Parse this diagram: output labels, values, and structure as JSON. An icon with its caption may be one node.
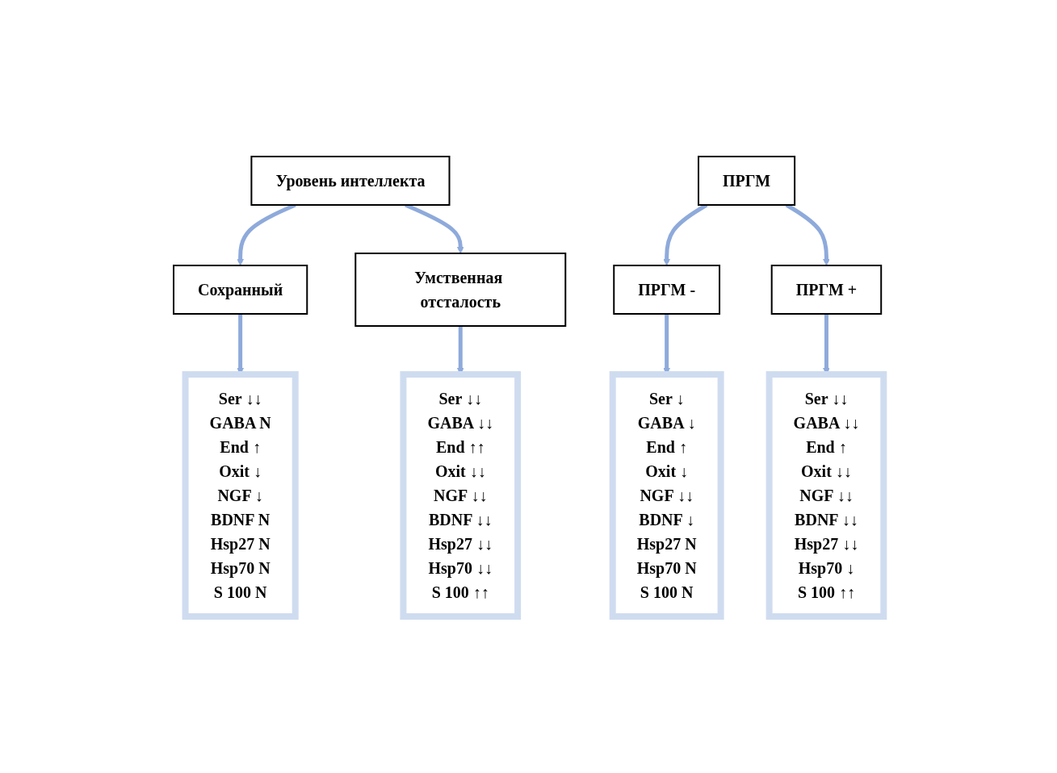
{
  "diagram": {
    "nodes": [
      {
        "text": [
          "Уровень интеллекта"
        ]
      },
      {
        "text": [
          "Сохранный"
        ]
      },
      {
        "text": [
          "Умственная отсталость"
        ]
      },
      {
        "text": [
          "ПРГМ"
        ]
      },
      {
        "text": [
          "ПРГМ -"
        ]
      },
      {
        "text": [
          "ПРГМ +"
        ]
      },
      {
        "text": [
          "Ser ↓↓",
          "GABA N",
          "End ↑",
          "Oxit ↓",
          "NGF ↓",
          "BDNF N",
          "Hsp27 N",
          "Hsp70 N",
          "S 100 N"
        ]
      },
      {
        "text": [
          "Ser ↓↓",
          "GABA ↓↓",
          "End ↑↑",
          "Oxit ↓↓",
          "NGF ↓↓",
          "BDNF ↓↓",
          "Hsp27 ↓↓",
          "Hsp70 ↓↓",
          "S 100 ↑↑"
        ]
      },
      {
        "text": [
          "Ser ↓",
          "GABA ↓",
          "End ↑",
          "Oxit ↓",
          "NGF ↓↓",
          "BDNF ↓",
          "Hsp27 N",
          "Hsp70 N",
          "S 100 N"
        ]
      },
      {
        "text": [
          "Ser ↓↓",
          "GABA ↓↓",
          "End ↑",
          "Oxit ↓↓",
          "NGF ↓↓",
          "BDNF ↓↓",
          "Hsp27 ↓↓",
          "Hsp70 ↓",
          "S 100 ↑↑"
        ]
      }
    ],
    "edges": [
      {
        "from": 0,
        "to": 1,
        "arrow": "to"
      },
      {
        "from": 0,
        "to": 2,
        "arrow": "to"
      },
      {
        "from": 3,
        "to": 4,
        "arrow": "to"
      },
      {
        "from": 3,
        "to": 5,
        "arrow": "to"
      },
      {
        "from": 1,
        "to": 6,
        "arrow": "to"
      },
      {
        "from": 2,
        "to": 7,
        "arrow": "to"
      },
      {
        "from": 4,
        "to": 8,
        "arrow": "to"
      },
      {
        "from": 5,
        "to": 9,
        "arrow": "to"
      }
    ]
  }
}
